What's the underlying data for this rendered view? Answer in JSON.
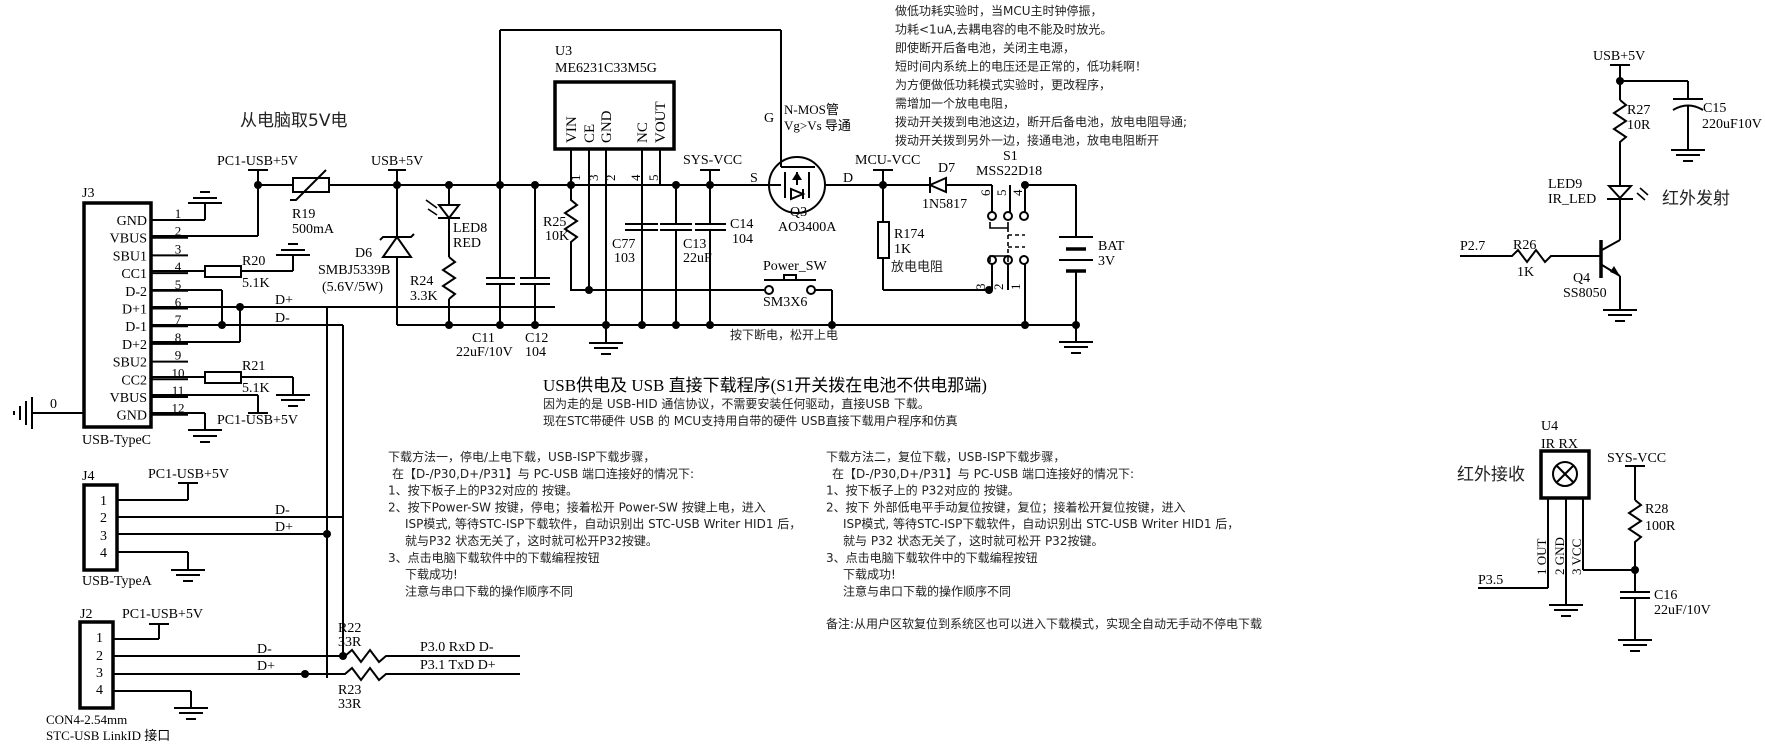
{
  "sections": {
    "power_input_note": "从电脑取5V电",
    "low_power_note": [
      "做低功耗实验时，当MCU主时钟停振，",
      "功耗<1uA,去耦电容的电不能及时放光。",
      "即使断开后备电池，关闭主电源，",
      "短时间内系统上的电压还是正常的，低功耗啊！",
      "为方便做低功耗模式实验时，更改程序，",
      "需增加一个放电电阻，",
      "拨动开关拨到电池这边，断开后备电池，放电电阻导通;",
      "拨动开关拨到另外一边，接通电池，放电电阻断开"
    ],
    "usb_title": "USB供电及 USB 直接下载程序(S1开关拨在电池不供电那端)",
    "usb_sub": [
      "因为走的是 USB-HID 通信协议，不需要安装任何驱动，直接USB 下载。",
      "现在STC带硬件 USB 的 MCU支持用自带的硬件 USB直接下载用户程序和仿真"
    ],
    "method1": [
      "下载方法一，停电/上电下载，USB-ISP下载步骤，",
      "在【D-/P30,D+/P31】与 PC-USB 端口连接好的情况下:",
      "1、按下板子上的P32对应的 按键。",
      "2、按下Power-SW 按键，停电；接着松开 Power-SW 按键上电，进入",
      "ISP模式, 等待STC-ISP下载软件，自动识别出   STC-USB Writer HID1 后，",
      "就与P32 状态无关了，这时就可松开P32按键。",
      "3、点击电脑下载软件中的下载编程按钮",
      "下载成功!",
      "注意与串口下载的操作顺序不同"
    ],
    "method2": [
      "下载方法二，复位下载，USB-ISP下载步骤，",
      "在【D-/P30,D+/P31】与 PC-USB 端口连接好的情况下:",
      "1、按下板子上的 P32对应的 按键。",
      "2、按下 外部低电平手动复位按键，复位；接着松开复位按键，进入",
      "ISP模式, 等待STC-ISP下载软件，自动识别出   STC-USB Writer HID1 后，",
      "就与 P32 状态无关了，这时就可松开 P32按键。",
      "3、点击电脑下载软件中的下载编程按钮",
      "下载成功!",
      "注意与串口下载的操作顺序不同"
    ],
    "remark": "备注:从用户区软复位到系统区也可以进入下载模式，实现全自动无手动不停电下载",
    "ir_tx_label": "红外发射",
    "ir_rx_label": "红外接收",
    "power_sw_note": "按下断电，松开上电",
    "discharge_note": "放电电阻"
  },
  "nets": {
    "pc_usb_5v": "PC1-USB+5V",
    "usb_5v": "USB+5V",
    "sys_vcc": "SYS-VCC",
    "mcu_vcc": "MCU-VCC",
    "dplus": "D+",
    "dminus": "D-",
    "p30": "P3.0  RxD  D-",
    "p31": "P3.1  TxD  D+",
    "p27": "P2.7",
    "p35": "P3.5",
    "shield_net": "0"
  },
  "components": {
    "J3": {
      "ref": "J3",
      "name": "USB-TypeC",
      "pins": [
        {
          "num": "1",
          "name": "GND"
        },
        {
          "num": "2",
          "name": "VBUS"
        },
        {
          "num": "3",
          "name": "SBU1"
        },
        {
          "num": "4",
          "name": "CC1"
        },
        {
          "num": "5",
          "name": "D-2"
        },
        {
          "num": "6",
          "name": "D+1"
        },
        {
          "num": "7",
          "name": "D-1"
        },
        {
          "num": "8",
          "name": "D+2"
        },
        {
          "num": "9",
          "name": "SBU2"
        },
        {
          "num": "10",
          "name": "CC2"
        },
        {
          "num": "11",
          "name": "VBUS"
        },
        {
          "num": "12",
          "name": "GND"
        }
      ]
    },
    "J4": {
      "ref": "J4",
      "name": "USB-TypeA",
      "pins": [
        "1",
        "2",
        "3",
        "4"
      ]
    },
    "J2": {
      "ref": "J2",
      "name": "CON4-2.54mm",
      "name2": "STC-USB LinkID 接口",
      "pins": [
        "1",
        "2",
        "3",
        "4"
      ]
    },
    "R19": {
      "ref": "R19",
      "value": "500mA"
    },
    "R20": {
      "ref": "R20",
      "value": "5.1K"
    },
    "R21": {
      "ref": "R21",
      "value": "5.1K"
    },
    "R22": {
      "ref": "R22",
      "value": "33R"
    },
    "R23": {
      "ref": "R23",
      "value": "33R"
    },
    "R24": {
      "ref": "R24",
      "value": "3.3K"
    },
    "R25": {
      "ref": "R25",
      "value": "10K"
    },
    "R26": {
      "ref": "R26",
      "value": "1K"
    },
    "R27": {
      "ref": "R27",
      "value": "10R"
    },
    "R28": {
      "ref": "R28",
      "value": "100R"
    },
    "R174": {
      "ref": "R174",
      "value": "1K"
    },
    "D6": {
      "ref": "D6",
      "value": "SMBJ5339B",
      "value2": "(5.6V/5W)"
    },
    "D7": {
      "ref": "D7",
      "value": "1N5817"
    },
    "LED8": {
      "ref": "LED8",
      "value": "RED"
    },
    "LED9": {
      "ref": "LED9",
      "value": "IR_LED"
    },
    "C11": {
      "ref": "C11",
      "value": "22uF/10V"
    },
    "C12": {
      "ref": "C12",
      "value": "104"
    },
    "C13": {
      "ref": "C13",
      "value": "22uF"
    },
    "C14": {
      "ref": "C14",
      "value": "104"
    },
    "C15": {
      "ref": "C15",
      "value": "220uF10V"
    },
    "C16": {
      "ref": "C16",
      "value": "22uF/10V"
    },
    "C77": {
      "ref": "C77",
      "value": "103"
    },
    "U3": {
      "ref": "U3",
      "value": "ME6231C33M5G",
      "pins": [
        "VIN",
        "CE",
        "GND",
        "NC",
        "VOUT"
      ],
      "pin_nums": [
        "1",
        "3",
        "2",
        "4",
        "5"
      ]
    },
    "U4": {
      "ref": "U4",
      "value": "IR  RX",
      "pins": [
        "1 OUT",
        "2 GND",
        "3 VCC"
      ]
    },
    "Q3": {
      "ref": "Q3",
      "value": "AO3400A",
      "note1": "N-MOS管",
      "note2": "Vg>Vs 导通",
      "g": "G",
      "s": "S",
      "d": "D"
    },
    "Q4": {
      "ref": "Q4",
      "value": "SS8050"
    },
    "S1": {
      "ref": "S1",
      "value": "MSS22D18",
      "pins": [
        "6",
        "5",
        "4",
        "3",
        "2",
        "1"
      ]
    },
    "SW": {
      "ref": "Power_SW",
      "value": "SM3X6"
    },
    "BAT": {
      "ref": "BAT",
      "value": "3V"
    }
  }
}
